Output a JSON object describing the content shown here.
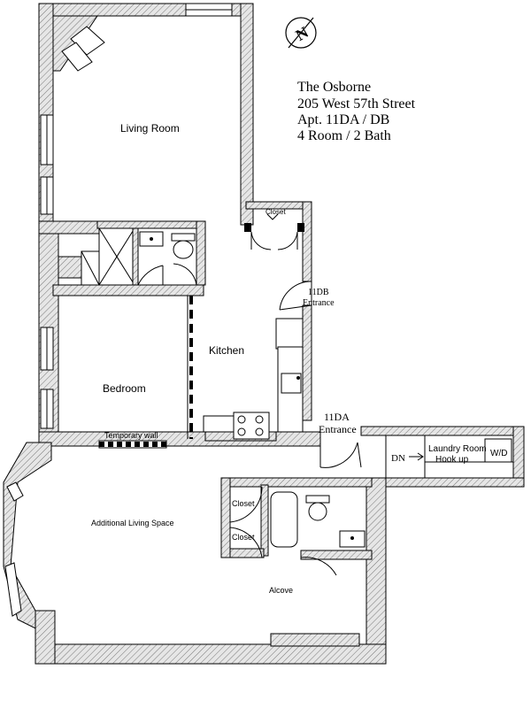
{
  "info": {
    "building": "The Osborne",
    "address": "205 West 57th Street",
    "apartment": "Apt. 11DA / DB",
    "rooms": "4 Room / 2 Bath"
  },
  "compass": {
    "letter": "N"
  },
  "rooms": {
    "living_room": "Living Room",
    "bedroom": "Bedroom",
    "kitchen": "Kitchen",
    "closet_top": "Closet",
    "entrance_db_1": "11DB",
    "entrance_db_2": "Entrance",
    "entrance_da_1": "11DA",
    "entrance_da_2": "Entrance",
    "temporary_wall": "Temporary wall",
    "laundry_room": "Laundry Room",
    "hook_up": "Hook up",
    "wd": "W/D",
    "dn": "DN",
    "additional_living": "Additional Living Space",
    "closet_a": "Closet",
    "closet_b": "Closet",
    "alcove": "Alcove"
  }
}
